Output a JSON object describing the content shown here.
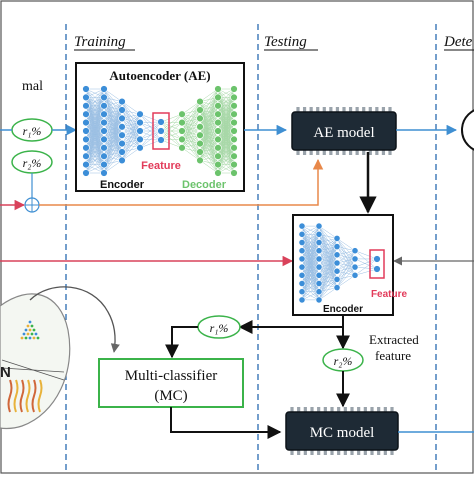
{
  "sections": {
    "training": "Training",
    "testing": "Testing",
    "detection": "Dete"
  },
  "left_partial_label": "mal",
  "ratios": {
    "r1_top": "r₁%",
    "r2_top": "r₂%",
    "r1_bottom": "r₁%",
    "r2_bottom": "r₂%"
  },
  "autoencoder": {
    "title": "Autoencoder (AE)",
    "encoder_label": "Encoder",
    "decoder_label": "Decoder",
    "feature_label": "Feature"
  },
  "ae_model": {
    "label": "AE model"
  },
  "encoder_test": {
    "feature_label": "Feature",
    "encoder_label": "Encoder"
  },
  "extracted_feature": {
    "line1": "Extracted",
    "line2": "feature"
  },
  "multi_classifier": {
    "line1": "Multi-classifier",
    "line2": "(MC)"
  },
  "mc_model": {
    "label": "MC model"
  },
  "partial_letter": "N",
  "colors": {
    "blue_arrow": "#3f8fd2",
    "orange_arrow": "#e8884a",
    "red_arrow": "#d9425a",
    "green_border": "#3bb34a",
    "dashed_line": "#2a6bb0",
    "node_blue": "#3c8ed8",
    "decoder_green": "#6cc36c",
    "feature_red": "#e23b5a",
    "chip_dark": "#1e2a35"
  }
}
